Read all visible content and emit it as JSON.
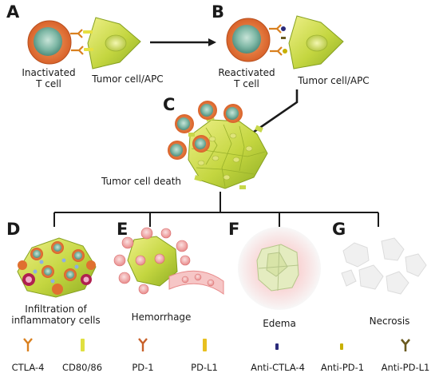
{
  "panels": {
    "a": "A",
    "b": "B",
    "c": "C",
    "d": "D",
    "e": "E",
    "f": "F",
    "g": "G"
  },
  "labels": {
    "inactivated_t_cell": [
      "Inactivated",
      "T cell"
    ],
    "reactivated_t_cell": [
      "Reactivated",
      "T cell"
    ],
    "tumor_cell_apc_a": "Tumor cell/APC",
    "tumor_cell_apc_b": "Tumor cell/APC",
    "tumor_cell_death": "Tumor cell death",
    "infiltration": [
      "Infiltration of",
      "inflammatory cells"
    ],
    "hemorrhage": "Hemorrhage",
    "edema": "Edema",
    "necrosis": "Necrosis"
  },
  "legend": [
    {
      "label": "CTLA-4",
      "icon": "y-receptor-icon",
      "color": "#d9801f"
    },
    {
      "label": "CD80/86",
      "icon": "bar-ligand-icon",
      "color": "#e0e040"
    },
    {
      "label": "PD-1",
      "icon": "y-receptor-icon",
      "color": "#c8602a"
    },
    {
      "label": "PD-L1",
      "icon": "bar-ligand-icon",
      "color": "#e8c020"
    },
    {
      "label": "Anti-CTLA-4",
      "icon": "antibody-dot-icon",
      "color": "#2a2a7a"
    },
    {
      "label": "Anti-PD-1",
      "icon": "antibody-dot-icon",
      "color": "#c8b000"
    },
    {
      "label": "Anti-PD-L1",
      "icon": "y-antibody-icon",
      "color": "#6a5a20"
    }
  ],
  "colors": {
    "t_cell_outer": "#e07a3c",
    "t_cell_nucleus": "#6fae9a",
    "tumor_green": "#c8d84a",
    "arrow": "#1a1a1a"
  }
}
